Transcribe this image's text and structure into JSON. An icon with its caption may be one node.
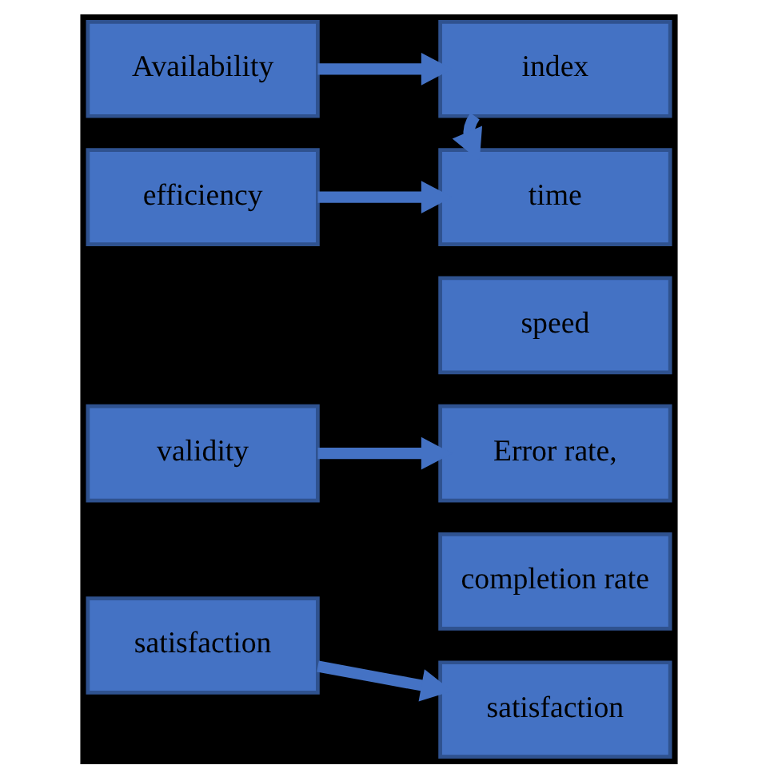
{
  "diagram": {
    "nodes": [
      {
        "text": [
          "Availability"
        ]
      },
      {
        "text": [
          "index"
        ]
      },
      {
        "text": [
          "efficiency"
        ]
      },
      {
        "text": [
          "time"
        ]
      },
      {
        "text": [
          "speed"
        ]
      },
      {
        "text": [
          "validity"
        ]
      },
      {
        "text": [
          "Error rate,"
        ]
      },
      {
        "text": [
          "completion rate"
        ]
      },
      {
        "text": [
          "satisfaction"
        ]
      },
      {
        "text": [
          "satisfaction"
        ]
      }
    ],
    "edges": [
      {
        "from": 0,
        "to": 1,
        "arrow": "to"
      },
      {
        "from": 1,
        "to": 3,
        "arrow": "to"
      },
      {
        "from": 2,
        "to": 3,
        "arrow": "to"
      },
      {
        "from": 5,
        "to": 6,
        "arrow": "to"
      },
      {
        "from": 8,
        "to": 9,
        "arrow": "to"
      }
    ]
  }
}
